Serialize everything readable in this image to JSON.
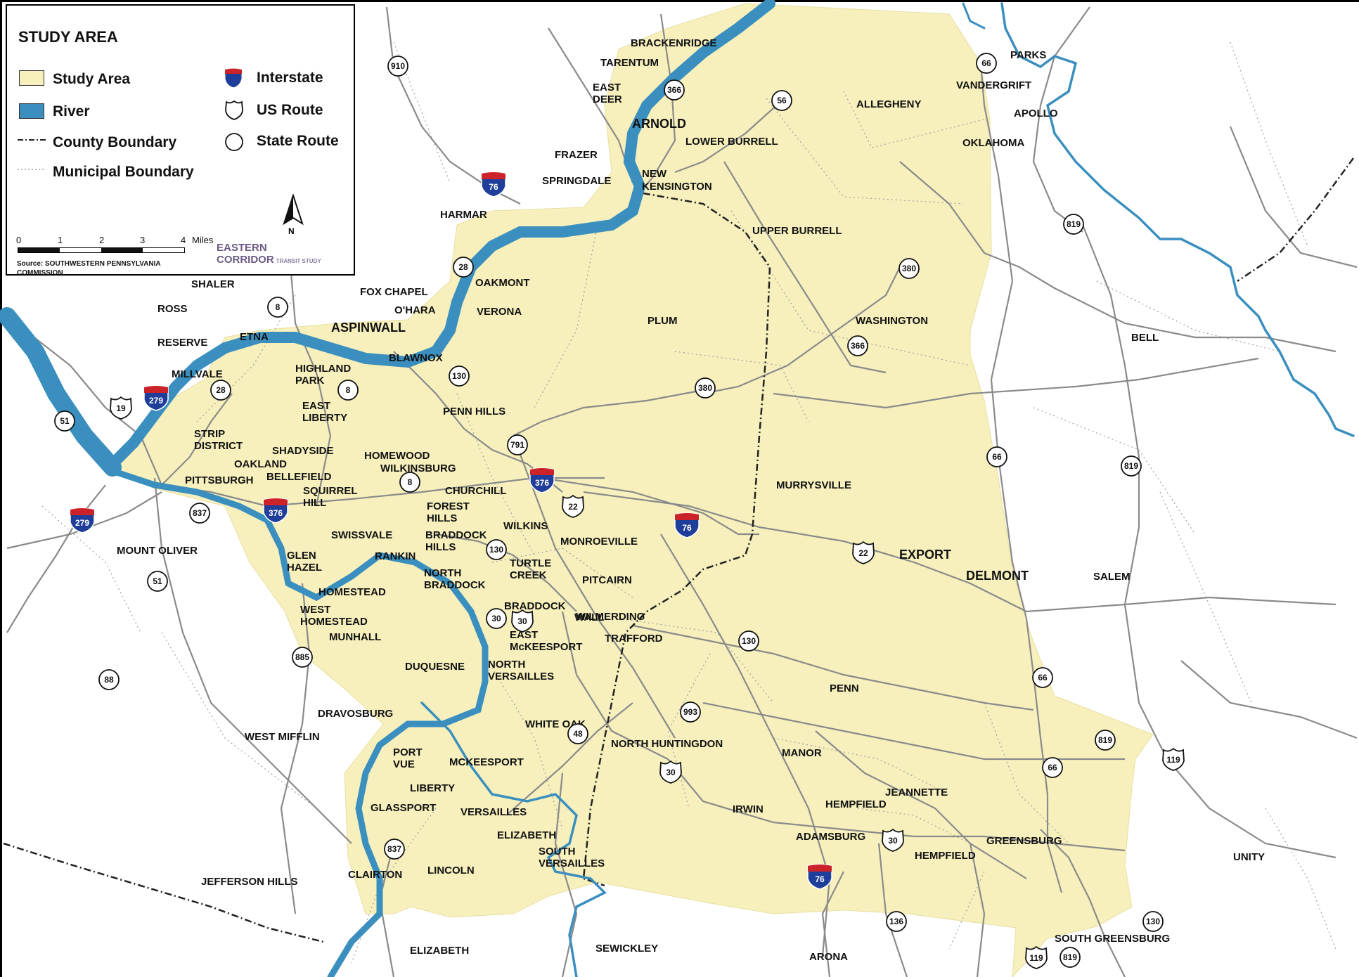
{
  "legend": {
    "title": "STUDY AREA",
    "items": {
      "study_area": "Study Area",
      "river": "River",
      "county_boundary": "County Boundary",
      "municipal_boundary": "Municipal Boundary",
      "interstate": "Interstate",
      "us_route": "US Route",
      "state_route": "State Route"
    },
    "scale": {
      "ticks": [
        "0",
        "1",
        "2",
        "3",
        "4"
      ],
      "unit": "Miles"
    },
    "north_label": "N",
    "source_line1": "Source: SOUTHWESTERN PENNSYLVANIA",
    "source_line2": "COMMISSION",
    "logo_text": "EASTERN CORRIDOR",
    "logo_sub": "TRANSIT STUDY"
  },
  "colors": {
    "study_area": "#f7f0bd",
    "river": "#3a8fbf",
    "road": "#8a8a8a",
    "boundary": "#999999",
    "county": "#222222",
    "interstate_red": "#cc2229",
    "interstate_blue": "#1f3e9a"
  },
  "places": [
    {
      "name": "BRACKENRIDGE"
    },
    {
      "name": "TARENTUM"
    },
    {
      "name": "EAST"
    },
    {
      "name": "DEER"
    },
    {
      "name": "ARNOLD"
    },
    {
      "name": "LOWER BURRELL"
    },
    {
      "name": "FRAZER"
    },
    {
      "name": "NEW"
    },
    {
      "name": "KENSINGTON"
    },
    {
      "name": "SPRINGDALE"
    },
    {
      "name": "HARMAR"
    },
    {
      "name": "ALLEGHENY"
    },
    {
      "name": "PARKS"
    },
    {
      "name": "VANDERGRIFT"
    },
    {
      "name": "APOLLO"
    },
    {
      "name": "OKLAHOMA"
    },
    {
      "name": "UPPER BURRELL"
    },
    {
      "name": "OAKMONT"
    },
    {
      "name": "FOX CHAPEL"
    },
    {
      "name": "O'HARA"
    },
    {
      "name": "VERONA"
    },
    {
      "name": "PLUM"
    },
    {
      "name": "SHALER"
    },
    {
      "name": "ROSS"
    },
    {
      "name": "RESERVE"
    },
    {
      "name": "ETNA"
    },
    {
      "name": "ASPINWALL"
    },
    {
      "name": "BLAWNOX"
    },
    {
      "name": "MILLVALE"
    },
    {
      "name": "HIGHLAND"
    },
    {
      "name": "PARK"
    },
    {
      "name": "WASHINGTON"
    },
    {
      "name": "BELL"
    },
    {
      "name": "EAST"
    },
    {
      "name": "LIBERTY"
    },
    {
      "name": "PENN HILLS"
    },
    {
      "name": "STRIP"
    },
    {
      "name": "DISTRICT"
    },
    {
      "name": "SHADYSIDE"
    },
    {
      "name": "HOMEWOOD"
    },
    {
      "name": "OAKLAND"
    },
    {
      "name": "WILKINSBURG"
    },
    {
      "name": "BELLEFIELD"
    },
    {
      "name": "PITTSBURGH"
    },
    {
      "name": "SQUIRREL"
    },
    {
      "name": "HILL"
    },
    {
      "name": "CHURCHILL"
    },
    {
      "name": "FOREST"
    },
    {
      "name": "HILLS"
    },
    {
      "name": "WILKINS"
    },
    {
      "name": "MURRYSVILLE"
    },
    {
      "name": "MOUNT OLIVER"
    },
    {
      "name": "SWISSVALE"
    },
    {
      "name": "BRADDOCK"
    },
    {
      "name": "HILLS"
    },
    {
      "name": "MONROEVILLE"
    },
    {
      "name": "GLEN"
    },
    {
      "name": "HAZEL"
    },
    {
      "name": "RANKIN"
    },
    {
      "name": "TURTLE"
    },
    {
      "name": "CREEK"
    },
    {
      "name": "NORTH"
    },
    {
      "name": "BRADDOCK"
    },
    {
      "name": "EXPORT"
    },
    {
      "name": "DELMONT"
    },
    {
      "name": "SALEM"
    },
    {
      "name": "HOMESTEAD"
    },
    {
      "name": "PITCAIRN"
    },
    {
      "name": "BRADDOCK"
    },
    {
      "name": "WILMERDING"
    },
    {
      "name": "WEST"
    },
    {
      "name": "HOMESTEAD"
    },
    {
      "name": "WALL"
    },
    {
      "name": "MUNHALL"
    },
    {
      "name": "EAST"
    },
    {
      "name": "McKEESPORT"
    },
    {
      "name": "TRAFFORD"
    },
    {
      "name": "DUQUESNE"
    },
    {
      "name": "NORTH"
    },
    {
      "name": "VERSAILLES"
    },
    {
      "name": "PENN"
    },
    {
      "name": "DRAVOSBURG"
    },
    {
      "name": "WHITE OAK"
    },
    {
      "name": "WEST MIFFLIN"
    },
    {
      "name": "NORTH HUNTINGDON"
    },
    {
      "name": "MANOR"
    },
    {
      "name": "PORT"
    },
    {
      "name": "VUE"
    },
    {
      "name": "MCKEESPORT"
    },
    {
      "name": "LIBERTY"
    },
    {
      "name": "JEANNETTE"
    },
    {
      "name": "HEMPFIELD"
    },
    {
      "name": "GLASSPORT"
    },
    {
      "name": "VERSAILLES"
    },
    {
      "name": "IRWIN"
    },
    {
      "name": "ELIZABETH"
    },
    {
      "name": "ADAMSBURG"
    },
    {
      "name": "GREENSBURG"
    },
    {
      "name": "SOUTH"
    },
    {
      "name": "VERSAILLES"
    },
    {
      "name": "UNITY"
    },
    {
      "name": "JEFFERSON HILLS"
    },
    {
      "name": "CLAIRTON"
    },
    {
      "name": "LINCOLN"
    },
    {
      "name": "HEMPFIELD"
    },
    {
      "name": "ELIZABETH"
    },
    {
      "name": "SEWICKLEY"
    },
    {
      "name": "ARONA"
    },
    {
      "name": "SOUTH GREENSBURG"
    }
  ],
  "interstates": [
    "76",
    "279",
    "279",
    "376",
    "376",
    "76",
    "76"
  ],
  "us_routes": [
    "19",
    "22",
    "22",
    "30",
    "30",
    "30",
    "119",
    "119"
  ],
  "state_routes": [
    "910",
    "366",
    "56",
    "66",
    "28",
    "8",
    "28",
    "8",
    "130",
    "380",
    "366",
    "380",
    "791",
    "8",
    "837",
    "51",
    "51",
    "130",
    "130",
    "30",
    "885",
    "88",
    "993",
    "48",
    "66",
    "66",
    "819",
    "819",
    "819",
    "66",
    "837",
    "136",
    "130",
    "819"
  ]
}
